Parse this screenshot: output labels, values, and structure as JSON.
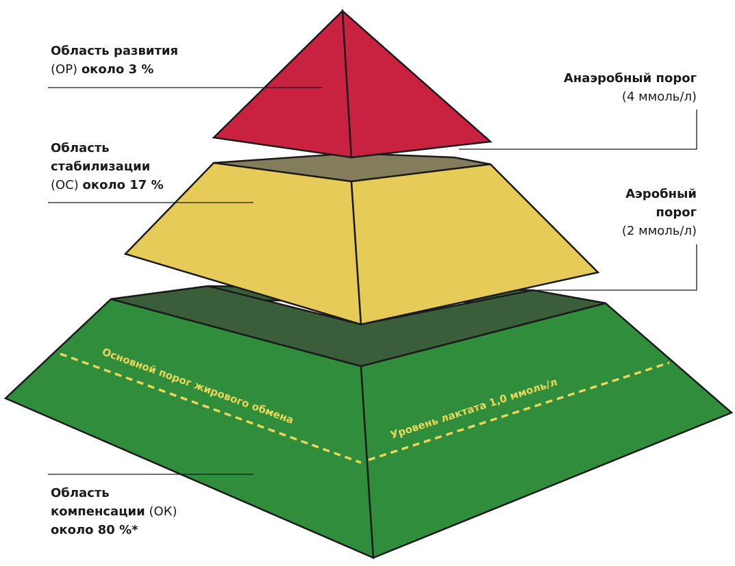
{
  "zones": {
    "development": {
      "name": "Область развития",
      "abbr": "(ОР)",
      "percent": "около 3 %"
    },
    "stabilization": {
      "name_line1": "Область",
      "name_line2": "стабилизации",
      "abbr": "(ОС)",
      "percent": "около 17 %"
    },
    "compensation": {
      "name_line1": "Область",
      "name_line2": "компенсации",
      "abbr": "(ОК)",
      "percent": "около 80 %*"
    }
  },
  "thresholds": {
    "anaerobic": {
      "name": "Анаэробный порог",
      "value": "(4 ммоль/л)"
    },
    "aerobic": {
      "name_line1": "Аэробный",
      "name_line2": "порог",
      "value": "(2 ммоль/л)"
    }
  },
  "lines": {
    "fat_metabolism": "Основной порог жирового обмена",
    "lactate_level": "Уровень лактата 1,0 ммоль/л"
  },
  "colors": {
    "red": "#c82240",
    "yellow": "#e6cb59",
    "olive": "#847d5c",
    "green": "#2f8d3c",
    "dark_green": "#3b5e3a",
    "dash": "#ecd75a",
    "outline": "#1a1a1a"
  }
}
